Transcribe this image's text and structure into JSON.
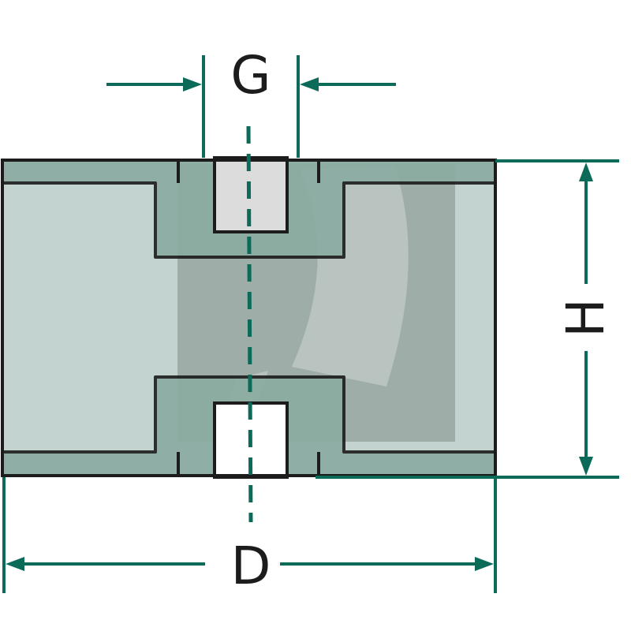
{
  "labels": {
    "gap": "G",
    "height": "H",
    "diameter": "D"
  },
  "colors": {
    "dimension": "#0b6b58",
    "outline": "#1c1c1c",
    "body": "#c3d3cf",
    "insert": "#8aaba1",
    "hole": "#dcdcdc"
  }
}
